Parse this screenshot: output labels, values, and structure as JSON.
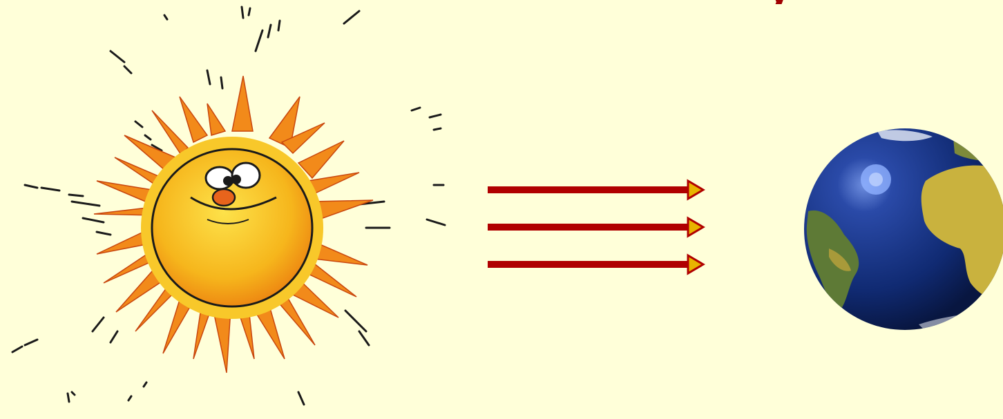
{
  "scene": {
    "sun": {
      "name": "cartoon-sun",
      "color_core": "#f7c21a",
      "color_rays": "#f08a18",
      "outline": "#1a1a1a"
    },
    "arrows": {
      "count": 3,
      "color": "#b00000",
      "head_fill": "#e8b400"
    },
    "earth": {
      "name": "earth-globe",
      "ocean": "#10307a",
      "land": "#c8b340"
    },
    "background": "#ffffd9",
    "accent": "#a00000"
  },
  "partial_text": "y"
}
